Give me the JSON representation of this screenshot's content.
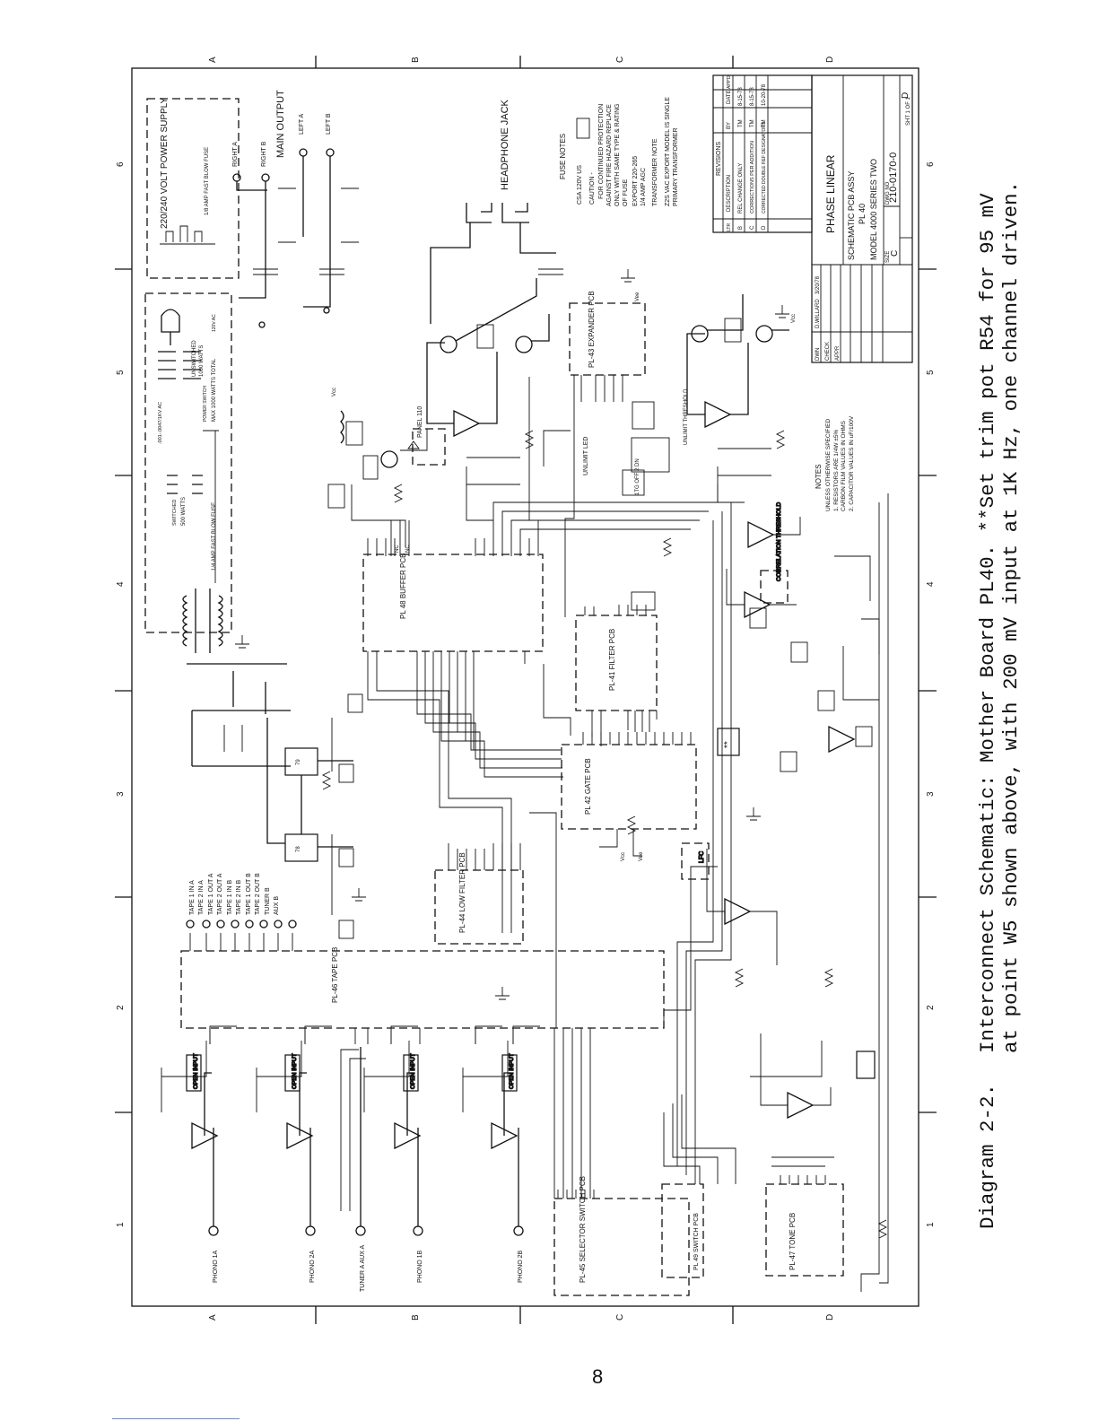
{
  "caption": {
    "number": "Diagram 2-2.",
    "line1": "Interconnect Schematic:  Mother Board PL40. **Set trim pot R54 for 95 mV",
    "line2": "at point W5 shown above, with 200 mV input at 1K Hz, one channel driven."
  },
  "page_number": "8",
  "zone_letters": [
    "A",
    "B",
    "C",
    "D"
  ],
  "zone_numbers": [
    "6",
    "5",
    "4",
    "3",
    "2",
    "1"
  ],
  "title_block": {
    "company": "PHASE LINEAR",
    "title1": "SCHEMATIC PCB ASSY",
    "title2": "PL 40",
    "title3": "MODEL 4000 SERIES TWO",
    "dwg_no_label": "DWG NO",
    "dwg_no": "210-0170-0",
    "rev": "D",
    "size_label": "SIZE",
    "size": "C",
    "sheet": "SHT 1 OF 1",
    "drawn_label": "DWN",
    "drawn_by": "D.WILLARD",
    "drawn_date": "3/20/78",
    "check_label": "CHECK",
    "appr_label": "APPR"
  },
  "revisions": {
    "title": "REVISIONS",
    "headers": [
      "LTR",
      "DESCRIPTION",
      "BY",
      "DATE",
      "APP'D"
    ],
    "rows": [
      [
        "B",
        "REL CHANGE ONLY",
        "TM",
        "8-15-78",
        ""
      ],
      [
        "C",
        "CORRECTIONS PER ADDITION",
        "TM",
        "8-15-78",
        ""
      ],
      [
        "D",
        "CORRECTED DOUBLE REF DESIGNATORS",
        "TM",
        "10-20-78",
        ""
      ]
    ]
  },
  "fuse_notes": {
    "title": "FUSE NOTES",
    "csa": "CSA 120V US",
    "caution": "CAUTION -",
    "lines": [
      "FOR CONTINUED PROTECTION",
      "AGAINST FIRE HAZARD REPLACE",
      "ONLY WITH SAME TYPE & RATING",
      "OF FUSE",
      "EXPORT 220-265",
      "1/4 AMP AGC",
      "TRANSFORMER NOTE",
      "Z2S VAC EXPORT MODEL IS SINGLE",
      "PRIMARY TRANSFORMER"
    ]
  },
  "notes": {
    "title": "NOTES",
    "lines": [
      "UNLESS OTHERWISE SPECIFIED",
      "1. RESISTORS ARE 1/4W ±5%",
      "CARBON FILM VALUES IN OHMS",
      "2. CAPACITOR VALUES IN uF/100V"
    ]
  },
  "power": {
    "supply_title": "220/240 VOLT POWER SUPPLY",
    "fuse_title": "1/8 AMP FAST BLOW FUSE",
    "switched_label": "SWITCHED",
    "switched_watts": "500 WATTS",
    "unswitched_label": "UNSWITCHED",
    "unswitched_watts": "1000 WATTS",
    "total_label": "MAX 1000 WATTS TOTAL",
    "fuse_14": "1/4 AMP FAST BLOW FUSE",
    "power_switch": "POWER SWITCH",
    "cap_rating": ".001-.0047/1KV AC",
    "ac_label": "120V AC"
  },
  "outputs": {
    "main_output": "MAIN OUTPUT",
    "right_a": "RIGHT A",
    "right_b": "RIGHT B",
    "left_a": "LEFT A",
    "left_b": "LEFT B",
    "headphone": "HEADPHONE JACK"
  },
  "inputs": {
    "phono_1a": "PHONO 1A",
    "phono_2a": "PHONO 2A",
    "tuner_aux_a": "TUNER A AUX A",
    "phono_1b": "PHONO 1B",
    "phono_2b": "PHONO 2B",
    "open_input": "OPEN INPUT",
    "tape_labels": [
      "TAPE 1 IN A",
      "TAPE 2 IN A",
      "TAPE 1 OUT A",
      "TAPE 2 OUT A",
      "TAPE 1 IN B",
      "TAPE 2 IN B",
      "TAPE 1 OUT B",
      "TAPE 2 OUT B",
      "TUNER B",
      "AUX B"
    ]
  },
  "boards": {
    "pl48": "PL 48 BUFFER PCB",
    "pl43": "PL-43 EXPANDER PCB",
    "pl41": "PL-41 FILTER PCB",
    "pl42": "PL 42 GATE PCB",
    "pl44": "PL-44 LOW FILTER PCB",
    "pl46": "PL-46 TAPE PCB",
    "pl45": "PL-45 SELECTOR SWITCH PCB",
    "pl49": "PL 49 SWITCH PCB",
    "pl47": "PL-47 TONE PCB"
  },
  "misc": {
    "unlimit_led": "UNLIMIT LED",
    "unlimit_threshold": "UNLIMIT THRESHOLD",
    "correlation_threshold": "CORRELATION THRESHOLD",
    "panel": "PANEL 110",
    "double_star": "**",
    "lfc": "LFC",
    "off_on": "1TG OFF 2 DN",
    "vcc": "Vcc",
    "vee": "Vee",
    "nc": "NC"
  }
}
